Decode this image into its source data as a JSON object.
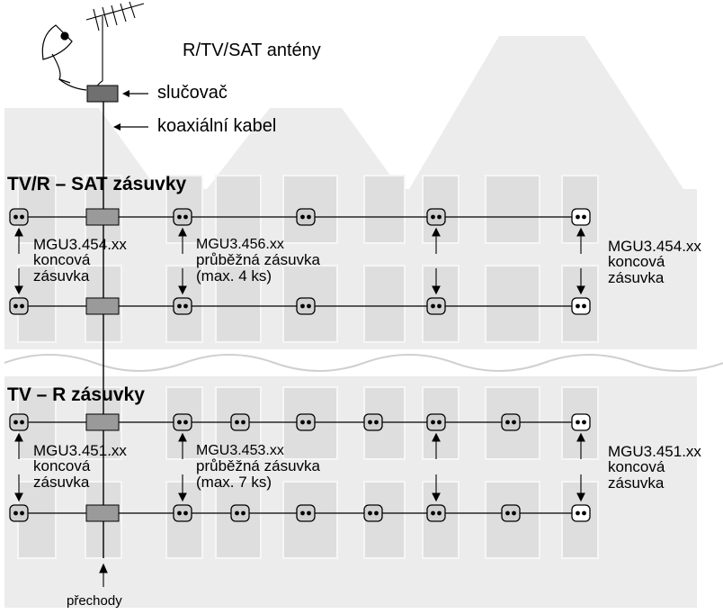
{
  "antenna_label": "R/TV/SAT antény",
  "combiner_label": "slučovač",
  "cable_label": "koaxiální kabel",
  "sat_section": {
    "title": "TV/R – SAT zásuvky",
    "left_note": [
      "MGU3.454.xx",
      "koncová",
      "zásuvka"
    ],
    "mid_note": [
      "MGU3.456.xx",
      "průběžná zásuvka",
      "(max. 4 ks)"
    ],
    "right_note": [
      "MGU3.454.xx",
      "koncová",
      "zásuvka"
    ]
  },
  "tv_section": {
    "title": "TV – R zásuvky",
    "left_note": [
      "MGU3.451.xx",
      "koncová",
      "zásuvka"
    ],
    "mid_note": [
      "MGU3.453.xx",
      "průběžná zásuvka",
      "(max. 7 ks)"
    ],
    "right_note": [
      "MGU3.451.xx",
      "koncová",
      "zásuvka"
    ]
  },
  "bottom_label": "přechody",
  "colors": {
    "building": "#ececec",
    "window": "#d9d9d9",
    "socket": "#d0d0d0",
    "box": "#9a9a9a",
    "combiner": "#707070"
  }
}
